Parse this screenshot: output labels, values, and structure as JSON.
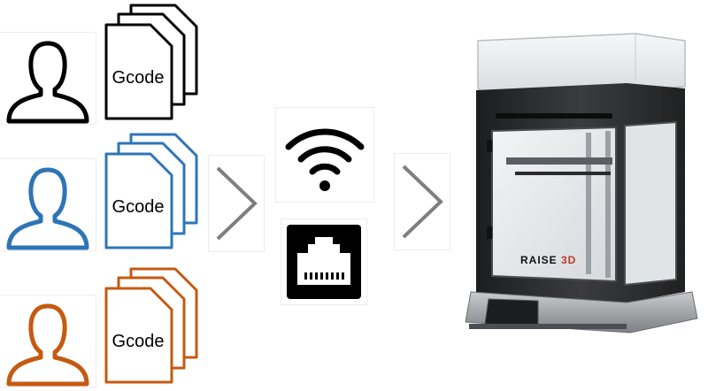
{
  "users": [
    {
      "color": "#000000",
      "file_label": "Gcode"
    },
    {
      "color": "#2e75b6",
      "file_label": "Gcode"
    },
    {
      "color": "#c55a11",
      "file_label": "Gcode"
    }
  ],
  "connections": [
    {
      "icon": "wifi-icon"
    },
    {
      "icon": "ethernet-icon"
    }
  ],
  "printer": {
    "brand_main": "RAISE",
    "brand_accent": "3D",
    "brand_accent_color": "#c0392b"
  },
  "arrow_color": "#7f7f7f"
}
